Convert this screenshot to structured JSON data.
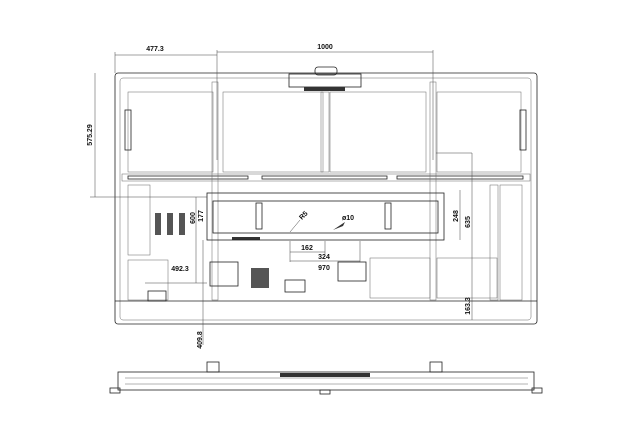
{
  "drawing": {
    "dimensions": {
      "top_left_offset": "477.3",
      "top_span": "1000",
      "left_height": "575.29",
      "plate_height_outer": "600",
      "plate_height_inner": "177",
      "radius": "R5",
      "hole_diameter": "ø10",
      "plate_inner_vertical": "248",
      "plate_outer_vertical": "635",
      "hole_spacing_small": "162",
      "hole_spacing_mid": "324",
      "hole_spacing_wide": "970",
      "left_horizontal": "492.3",
      "bottom_vertical": "409.8",
      "bottom_right_vertical": "163.3"
    }
  }
}
